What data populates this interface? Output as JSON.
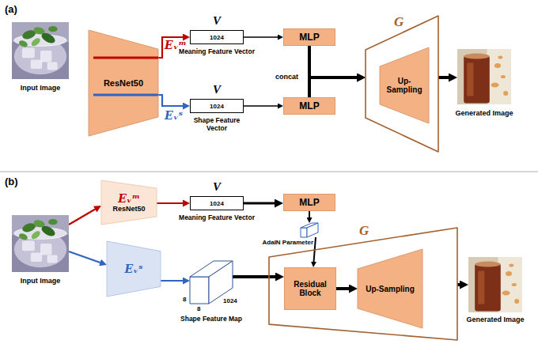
{
  "diagram": {
    "nodes": [
      {
        "text": [
          "Input Image"
        ]
      },
      {
        "text": [
          "ResNet50"
        ]
      },
      {
        "text": [
          "V",
          "1024",
          "Meaning Feature Vector"
        ]
      },
      {
        "text": [
          "MLP"
        ]
      },
      {
        "text": [
          "V",
          "1024",
          "Shape Feature Vector"
        ]
      },
      {
        "text": [
          "MLP"
        ]
      },
      {
        "text": [
          "G"
        ]
      },
      {
        "text": [
          "Up-Sampling"
        ],
        "in": 6
      },
      {
        "text": [
          "Generated Image"
        ]
      },
      {
        "text": [
          "Eᵥᵐ",
          "ResNet50"
        ]
      },
      {
        "text": [
          "V",
          "1024",
          "Meaning Feature Vector"
        ]
      },
      {
        "text": [
          "MLP"
        ]
      },
      {
        "text": [
          "Input Image"
        ]
      },
      {
        "text": [
          "AdaIN Parameter"
        ]
      },
      {
        "text": [
          "Eᵥˢ"
        ]
      },
      {
        "text": [
          "8",
          "8",
          "1024",
          "Shape Feature Map"
        ]
      },
      {
        "text": [
          "G"
        ]
      },
      {
        "text": [
          "Residual Block"
        ],
        "in": 16
      },
      {
        "text": [
          "Up-Sampling"
        ],
        "in": 16
      },
      {
        "text": [
          "Generated Image"
        ]
      }
    ],
    "edges": [
      {
        "from": 1,
        "to": 2,
        "arrow": "to",
        "label": "Eᵥᵐ"
      },
      {
        "from": 1,
        "to": 4,
        "arrow": "to",
        "label": "Eᵥˢ"
      },
      {
        "from": 2,
        "to": 3,
        "arrow": "to"
      },
      {
        "from": 4,
        "to": 5,
        "arrow": "to"
      },
      {
        "from": 3,
        "to": 6,
        "arrow": "to"
      },
      {
        "from": 5,
        "to": 6,
        "arrow": "to"
      },
      {
        "from": 6,
        "to": 8,
        "arrow": "to"
      },
      {
        "from": 12,
        "to": 9,
        "arrow": "to"
      },
      {
        "from": 9,
        "to": 10,
        "arrow": "to"
      },
      {
        "from": 10,
        "to": 11,
        "arrow": "to"
      },
      {
        "from": 11,
        "to": 13,
        "arrow": "to"
      },
      {
        "from": 13,
        "to": 17,
        "arrow": "to"
      },
      {
        "from": 12,
        "to": 14,
        "arrow": "to"
      },
      {
        "from": 14,
        "to": 15,
        "arrow": "to"
      },
      {
        "from": 15,
        "to": 17,
        "arrow": "to"
      },
      {
        "from": 17,
        "to": 18,
        "arrow": "to"
      },
      {
        "from": 16,
        "to": 19,
        "arrow": "to"
      }
    ],
    "labels": [
      "(a)",
      "(b)",
      "concat"
    ]
  }
}
